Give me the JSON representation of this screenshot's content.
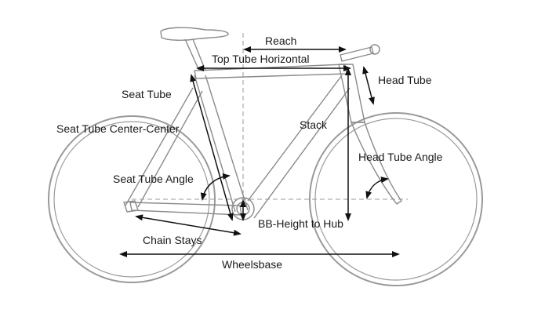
{
  "labels": {
    "reach": "Reach",
    "top_tube_horizontal": "Top Tube Horizontal",
    "head_tube": "Head Tube",
    "seat_tube": "Seat Tube",
    "stack": "Stack",
    "seat_tube_center_center": "Seat Tube Center-Center",
    "head_tube_angle": "Head Tube Angle",
    "seat_tube_angle": "Seat Tube Angle",
    "bb_height_to_hub": "BB-Height to Hub",
    "chain_stays": "Chain Stays",
    "wheelsbase": "Wheelsbase"
  },
  "colors": {
    "frame_stroke": "#8a8a8a",
    "wheel_stroke": "#9a9a9a",
    "arrow": "#111111",
    "dashed": "#9a9a9a",
    "text": "#1a1a1a"
  }
}
